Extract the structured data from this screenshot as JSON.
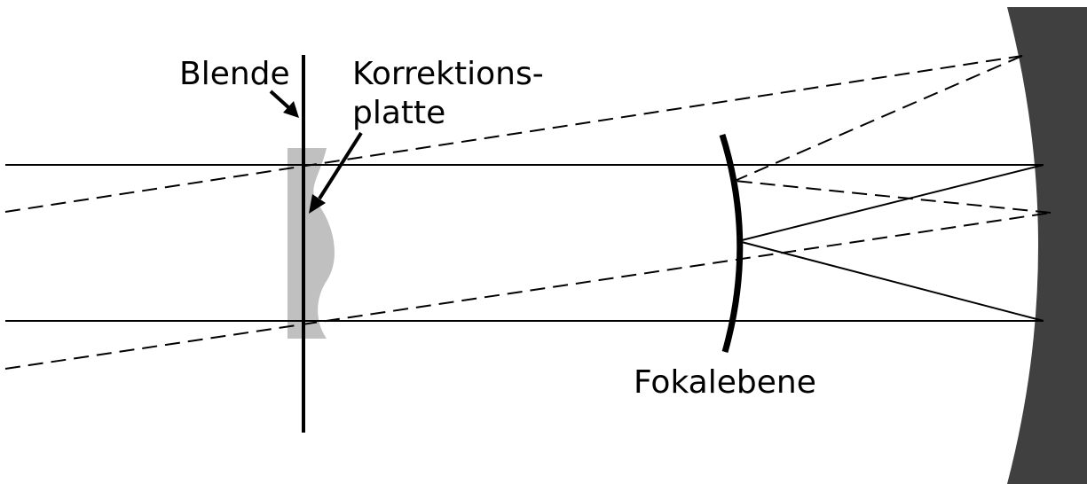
{
  "labels": {
    "aperture": "Blende",
    "corrector_line1": "Korrektions-",
    "corrector_line2": "platte",
    "focal_plane": "Fokalebene"
  },
  "colors": {
    "ink": "#000000",
    "corrector_plate": "#c0c0c0",
    "primary_mirror": "#404040"
  }
}
